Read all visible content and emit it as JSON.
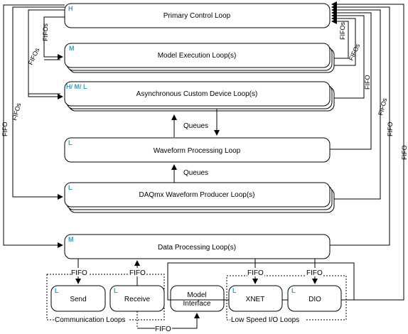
{
  "loops": {
    "primary": {
      "tag": "H",
      "label": "Primary Control Loop"
    },
    "model": {
      "tag": "M",
      "label": "Model Execution Loop(s)"
    },
    "async": {
      "tag": "H/ M/ L",
      "label": "Asynchronous Custom Device Loop(s)"
    },
    "waveform": {
      "tag": "L",
      "label": "Waveform Processing Loop"
    },
    "daqmx": {
      "tag": "L",
      "label": "DAQmx Waveform Producer Loop(s)"
    },
    "data": {
      "tag": "M",
      "label": "Data Processing Loop(s)"
    }
  },
  "comm": {
    "group_label": "Communication Loops",
    "send": {
      "tag": "L",
      "label": "Send"
    },
    "receive": {
      "tag": "L",
      "label": "Receive"
    }
  },
  "model_interface": {
    "line1": "Model",
    "line2": "Interface"
  },
  "lowspeed": {
    "group_label": "Low Speed I/O Loops",
    "xnet": {
      "tag": "L",
      "label": "XNET"
    },
    "dio": {
      "tag": "L",
      "label": "DIO"
    }
  },
  "connectors": {
    "queues_top": "Queues",
    "queues_bottom": "Queues",
    "fifo_send": "FIFO",
    "fifo_receive": "FIFO",
    "fifo_xnet": "FIFO",
    "fifo_dio": "FIFO",
    "fifo_model_interface": "FIFO",
    "fifos_left_inner": "FIFOs",
    "fifos_left_mid": "FIFOs",
    "fifos_left_outer": "FIFOs",
    "fifo_left_far": "FIFO",
    "fifos_right_1": "FIFOs",
    "fifos_right_2": "FIFOs",
    "fifo_right_3": "FIFO",
    "fifos_right_4": "FIFOs",
    "fifo_right_5": "FIFO",
    "fifo_right_6": "FIFO"
  }
}
